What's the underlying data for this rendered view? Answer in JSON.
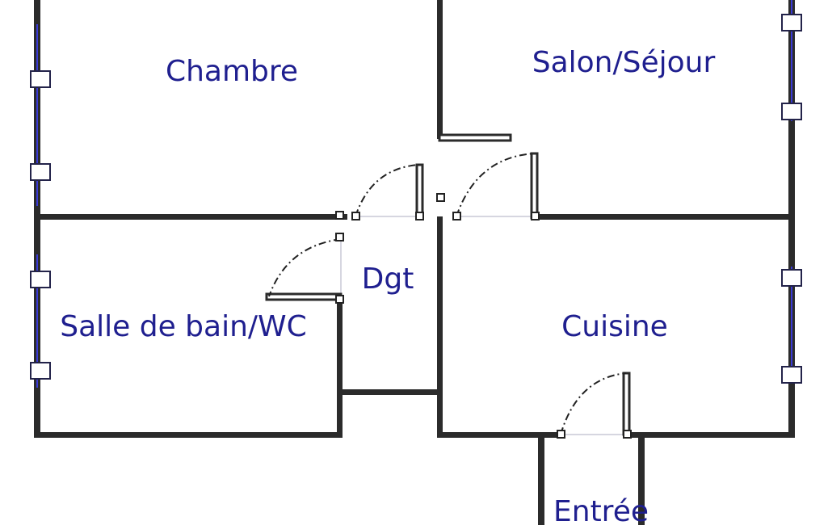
{
  "floor_plan": {
    "rooms": {
      "chambre": "Chambre",
      "salon": "Salon/Séjour",
      "degagement": "Dgt",
      "salle_de_bain": "Salle de bain/WC",
      "cuisine": "Cuisine",
      "entree": "Entrée"
    },
    "colors": {
      "walls": "#2b2b2b",
      "labels": "#1f1f8f",
      "windows": "#3b3bd6",
      "background": "#ffffff"
    }
  }
}
